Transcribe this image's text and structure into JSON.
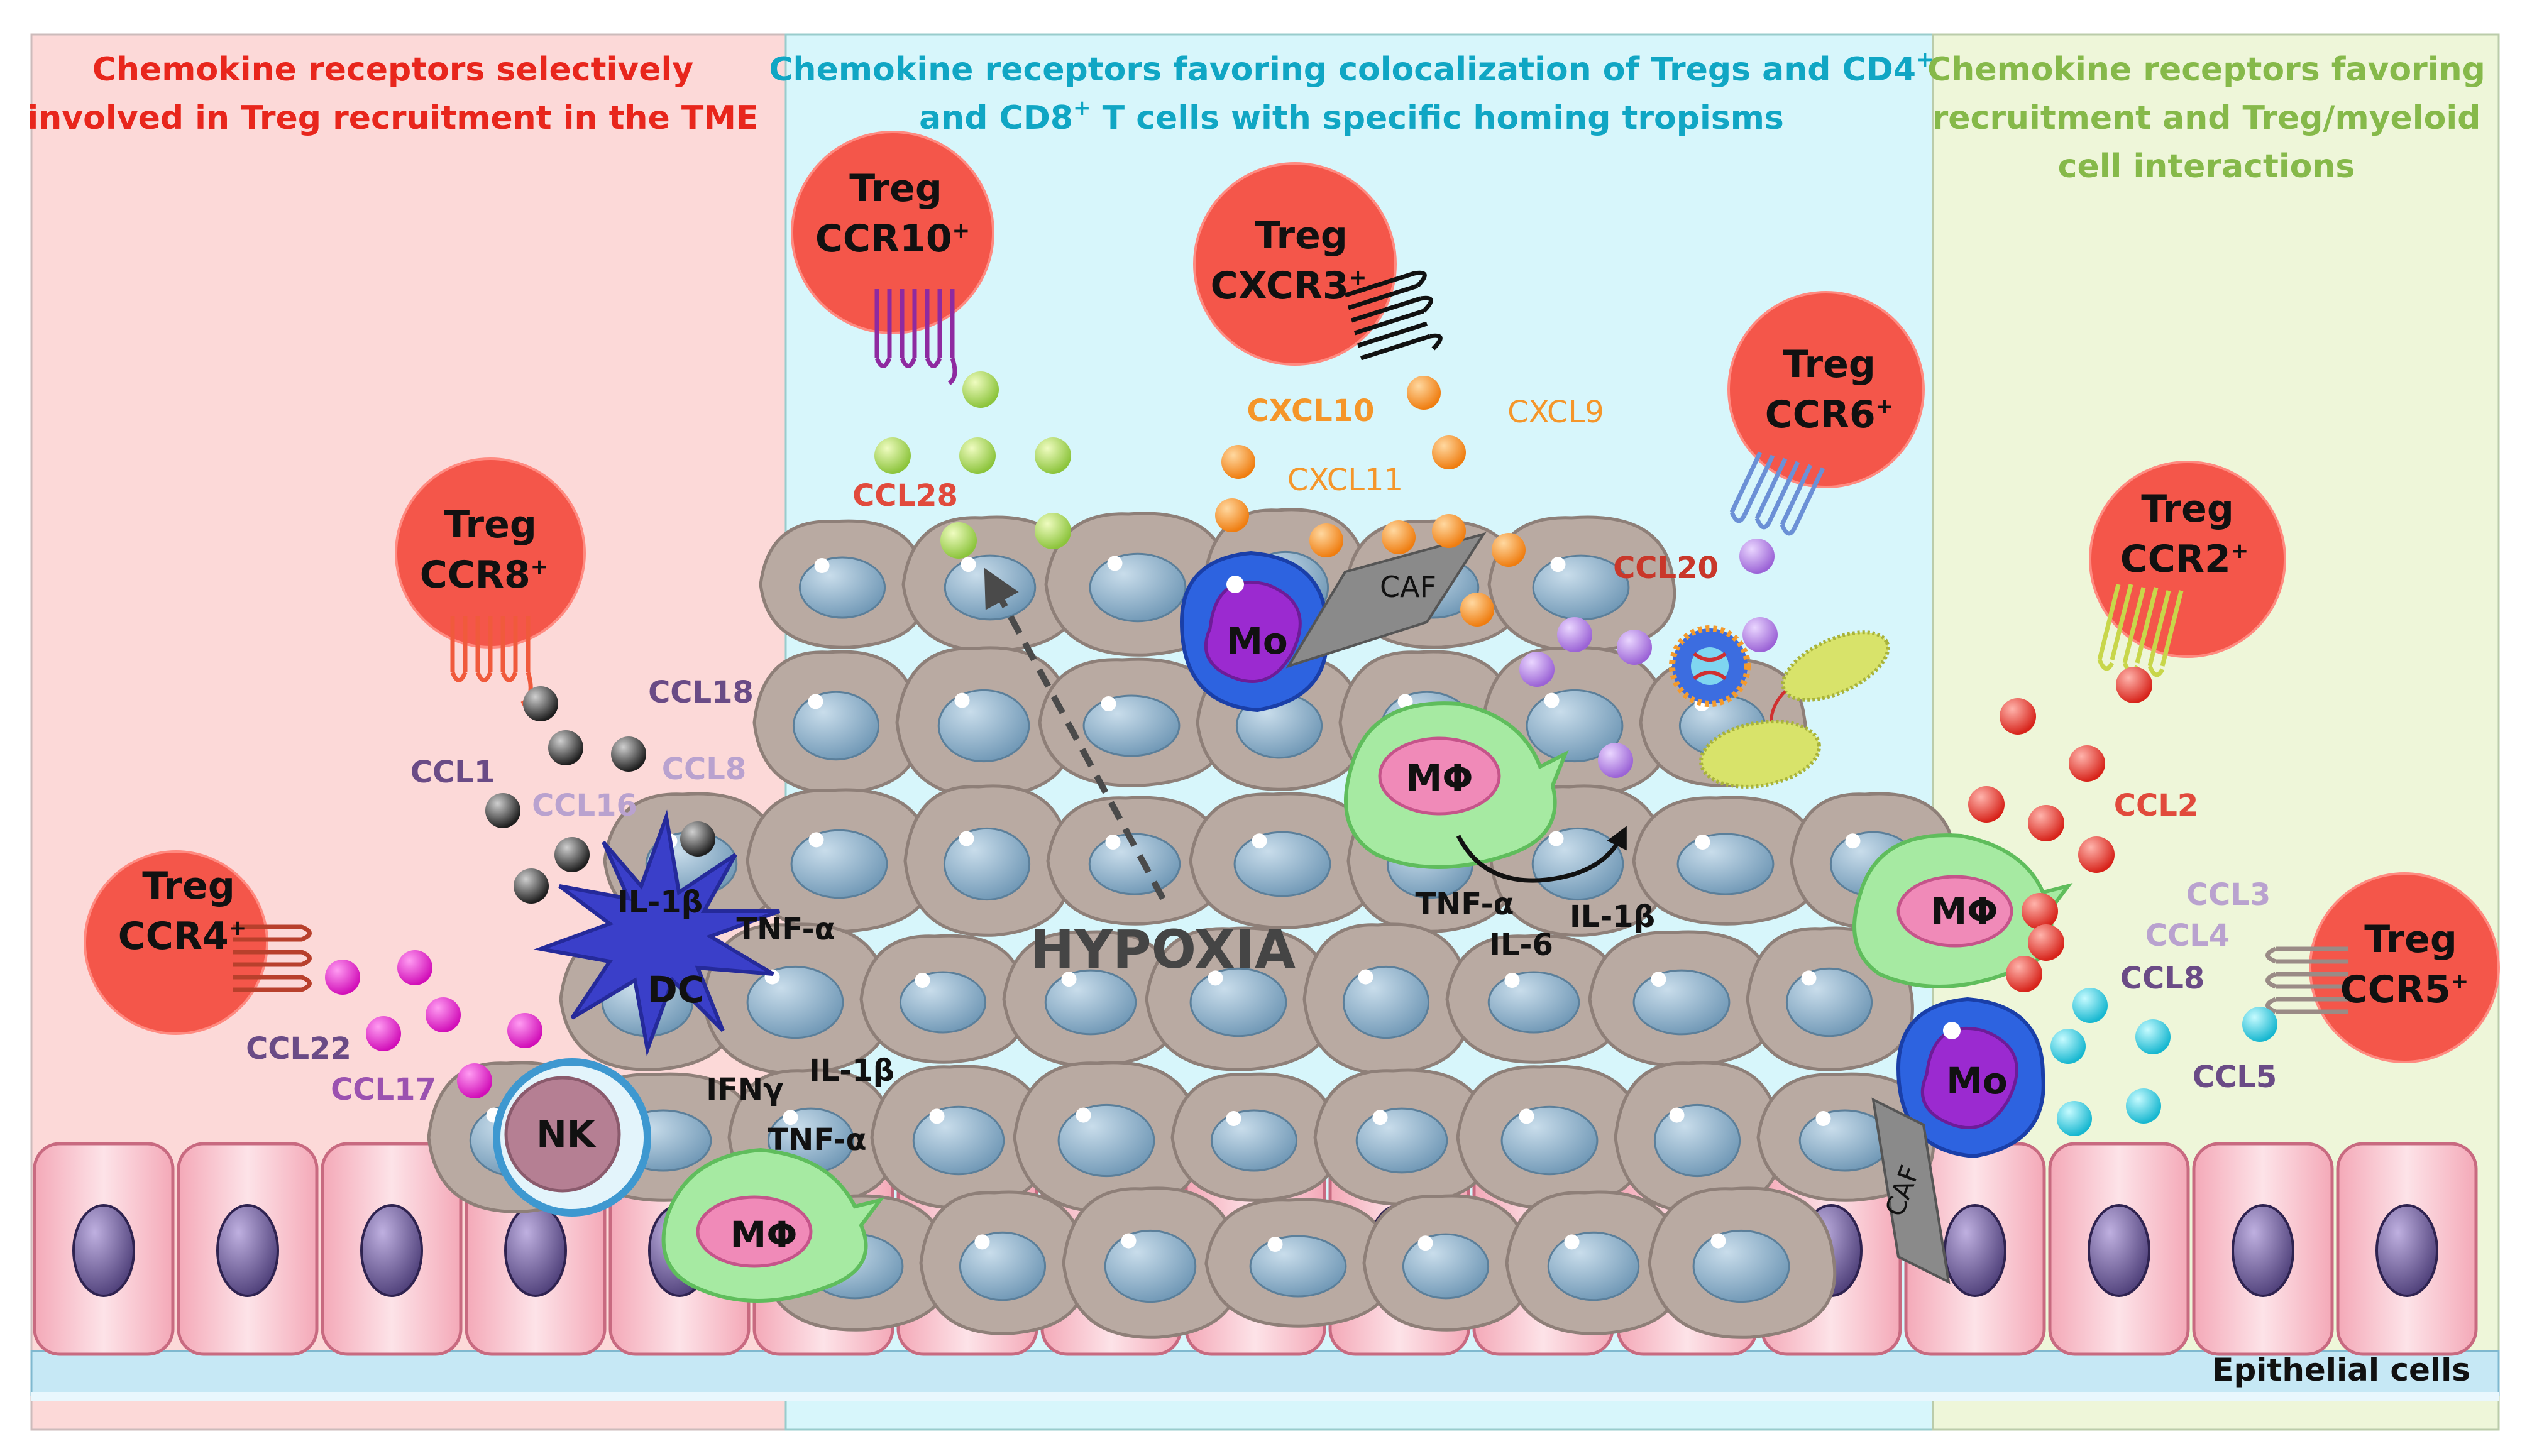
{
  "panels": {
    "left": {
      "title_line1": "Chemokine receptors selectively",
      "title_line2": "involved in Treg recruitment in the TME",
      "color": "#e8261c",
      "bg": "#fcd9d8"
    },
    "middle": {
      "title_line1": "Chemokine receptors favoring colocalization of Tregs and CD4",
      "title_line1_sup": "+",
      "title_line2_a": "and CD8",
      "title_line2_sup": "+",
      "title_line2_b": " T cells with specific homing tropisms",
      "color": "#10a6c4",
      "bg": "#d7f6fb"
    },
    "right": {
      "title_line1": "Chemokine receptors favoring",
      "title_line2": "recruitment and Treg/myeloid",
      "title_line3": "cell interactions",
      "color": "#86b94a",
      "bg": "#eef6d9"
    }
  },
  "tregs": {
    "name": "Treg",
    "plus": "+",
    "ccr8": "CCR8",
    "ccr4": "CCR4",
    "ccr10": "CCR10",
    "cxcr3": "CXCR3",
    "ccr6": "CCR6",
    "ccr2": "CCR2",
    "ccr5": "CCR5"
  },
  "chemokines": {
    "ccl18": "CCL18",
    "ccl1": "CCL1",
    "ccl8_left": "CCL8",
    "ccl16": "CCL16",
    "ccl22": "CCL22",
    "ccl17": "CCL17",
    "ccl28": "CCL28",
    "cxcl10": "CXCL10",
    "cxcl9": "CXCL9",
    "cxcl11": "CXCL11",
    "ccl20": "CCL20",
    "ccl2": "CCL2",
    "ccl3": "CCL3",
    "ccl4": "CCL4",
    "ccl8_right": "CCL8",
    "ccl5": "CCL5"
  },
  "cytokines": {
    "il1b_dc": "IL-1β",
    "tnfa_dc": "TNF-α",
    "ifng": "IFNγ",
    "il1b_low": "IL-1β",
    "tnfa_low": "TNF-α",
    "tnfa_mid": "TNF-α",
    "il6": "IL-6",
    "il1b_mid": "IL-1β"
  },
  "cells": {
    "dc": "DC",
    "nk": "NK",
    "macrophage": "MΦ",
    "monocyte": "Mo",
    "caf": "CAF",
    "hypoxia": "HYPOXIA",
    "epithelial": "Epithelial cells"
  },
  "colors": {
    "treg_fill": "#f4564a",
    "ccl8_lilac": "#b9a2cf",
    "ccl_purple": "#6a4b86",
    "ccl17_violet": "#9b52b0",
    "ccl_red": "#e14a3c",
    "cxcl_orange": "#f5962a",
    "ccl20_red": "#c9372a",
    "tumor_cell": "#b9aaa2",
    "nucleus": "#8fb3cc"
  }
}
